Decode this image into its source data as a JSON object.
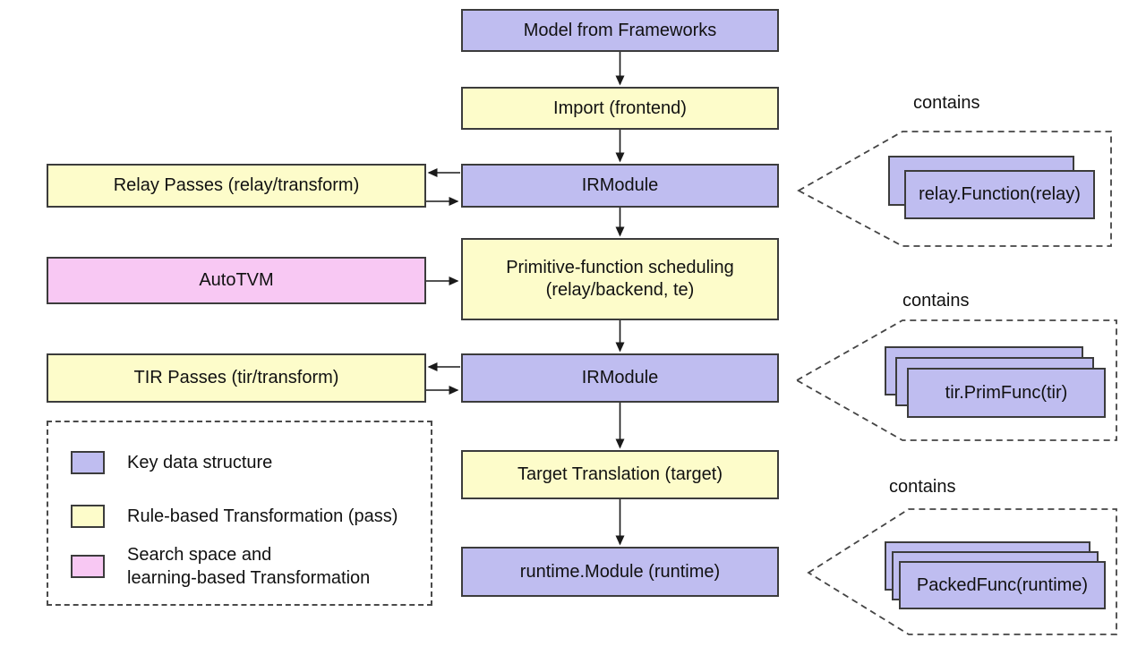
{
  "colors": {
    "data": "#bfbdf0",
    "pass": "#fdfcca",
    "search": "#f8c8f3",
    "border": "#3c3c3c"
  },
  "flow": {
    "model": "Model from Frameworks",
    "import": "Import (frontend)",
    "irmodule1": "IRModule",
    "scheduling_line1": "Primitive-function scheduling",
    "scheduling_line2": "(relay/backend, te)",
    "irmodule2": "IRModule",
    "target": "Target Translation (target)",
    "runtime": "runtime.Module (runtime)"
  },
  "side": {
    "relay_passes": "Relay Passes (relay/transform)",
    "autotvm": "AutoTVM",
    "tir_passes": "TIR Passes (tir/transform)"
  },
  "contains": [
    {
      "label": "contains",
      "item": "relay.Function(relay)"
    },
    {
      "label": "contains",
      "item": "tir.PrimFunc(tir)"
    },
    {
      "label": "contains",
      "item": "PackedFunc(runtime)"
    }
  ],
  "legend": {
    "items": [
      {
        "swatch": "data",
        "label": "Key data structure"
      },
      {
        "swatch": "pass",
        "label": "Rule-based Transformation (pass)"
      },
      {
        "swatch": "search",
        "label_line1": "Search space and",
        "label_line2": "learning-based Transformation"
      }
    ]
  }
}
